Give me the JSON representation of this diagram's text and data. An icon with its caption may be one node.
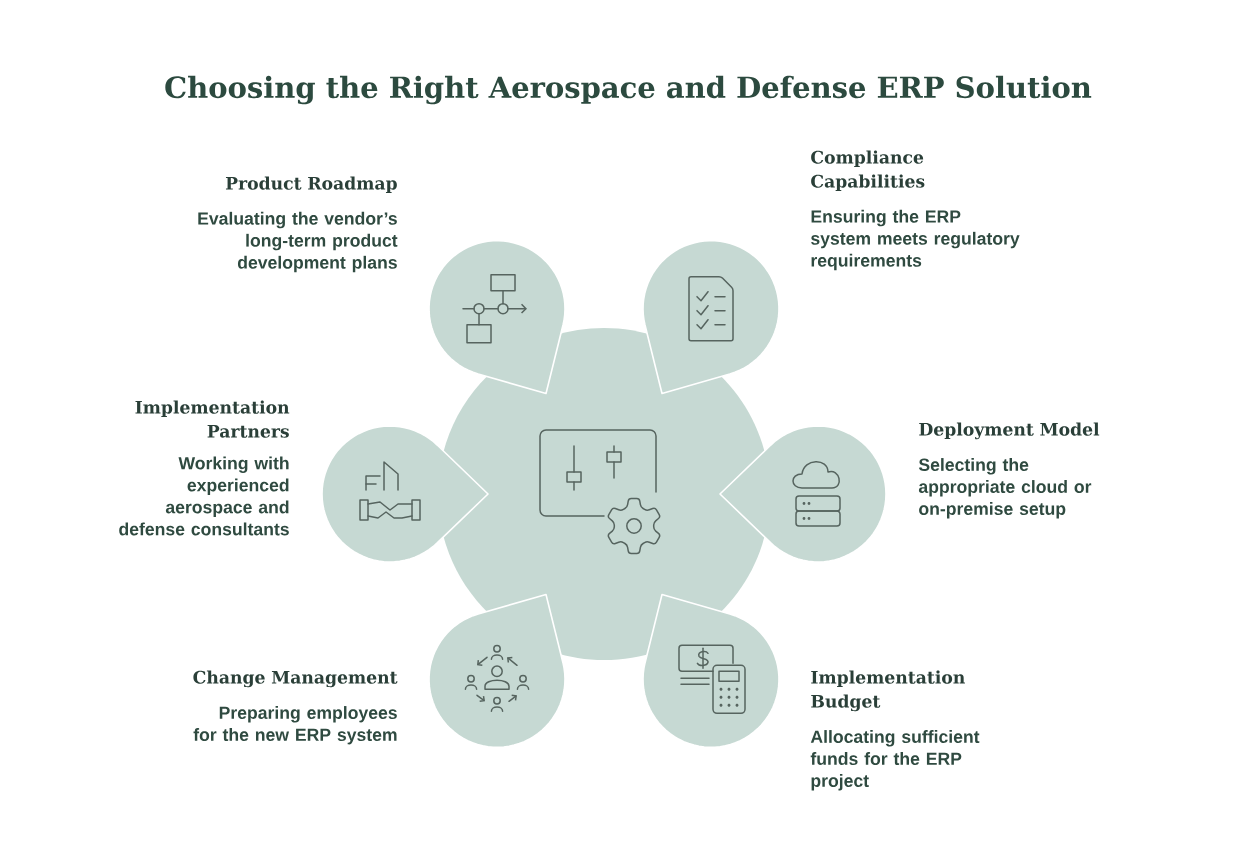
{
  "diagram": {
    "title": "Choosing the Right Aerospace and Defense ERP Solution",
    "nodes": [
      {
        "text": [
          "Product Roadmap",
          "Evaluating the vendor’s long-term product development plans"
        ]
      },
      {
        "text": [
          "Compliance Capabilities",
          "Ensuring the ERP system meets regulatory requirements"
        ]
      },
      {
        "text": [
          "Implementation Partners",
          "Working with experienced aerospace and defense consultants"
        ]
      },
      {
        "text": [],
        "shape": "circle"
      },
      {
        "text": [
          "Deployment Model",
          "Selecting the appropriate cloud or on-premise setup"
        ]
      },
      {
        "text": [
          "Change Management",
          "Preparing employees for the new ERP system"
        ]
      },
      {
        "text": [
          "Implementation Budget",
          "Allocating sufficient funds for the ERP project"
        ]
      }
    ]
  }
}
